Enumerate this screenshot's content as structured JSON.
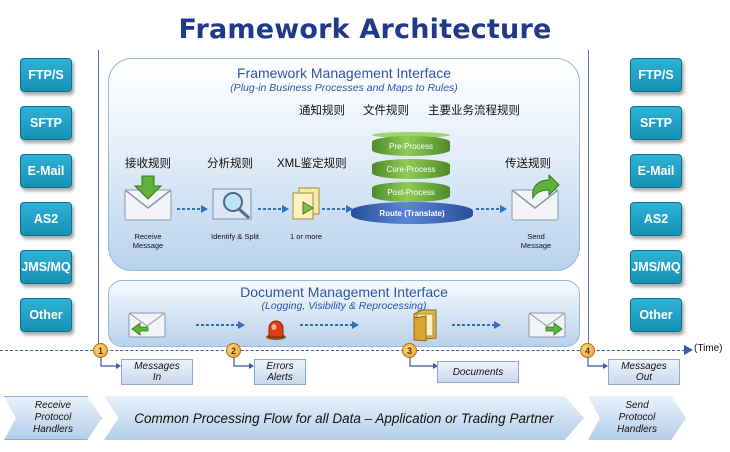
{
  "title": "Framework Architecture",
  "left_protocols": [
    "FTP/S",
    "SFTP",
    "E-Mail",
    "AS2",
    "JMS/MQ",
    "Other"
  ],
  "right_protocols": [
    "FTP/S",
    "SFTP",
    "E-Mail",
    "AS2",
    "JMS/MQ",
    "Other"
  ],
  "fmi": {
    "title": "Framework Management Interface",
    "subtitle": "(Plug-in Business Processes and Maps to Rules)",
    "rules_top": [
      "通知规则",
      "文件规则",
      "主要业务流程规则"
    ],
    "stage_headers": [
      "接收规则",
      "分析规则",
      "XML鉴定规则",
      "传送规则"
    ],
    "receive_label": "Receive\nMessage",
    "identify_label": "Identify & Split",
    "more_label": "1 or more",
    "db_layers": [
      "Pre-Process",
      "Core-Process",
      "Post-Process"
    ],
    "route_label": "Route (Translate)",
    "send_label": "Send\nMessage"
  },
  "dmi": {
    "title": "Document Management Interface",
    "subtitle": "(Logging, Visibility & Reprocessing)"
  },
  "timeline": {
    "time_label": "(Time)",
    "steps": [
      {
        "num": "1",
        "label": "Messages\nIn"
      },
      {
        "num": "2",
        "label": "Errors\nAlerts"
      },
      {
        "num": "3",
        "label": "Documents"
      },
      {
        "num": "4",
        "label": "Messages\nOut"
      }
    ]
  },
  "bottom": {
    "left": "Receive\nProtocol\nHandlers",
    "center": "Common Processing Flow for all Data – Application or Trading Partner",
    "right": "Send\nProtocol\nHandlers"
  },
  "colors": {
    "title": "#1f3a8a",
    "protocol_button": "#1690b8",
    "panel_text": "#2b56a6",
    "step_dot": "#e89b20",
    "db_green": "#6aa83a",
    "db_blue": "#3b66b8"
  }
}
